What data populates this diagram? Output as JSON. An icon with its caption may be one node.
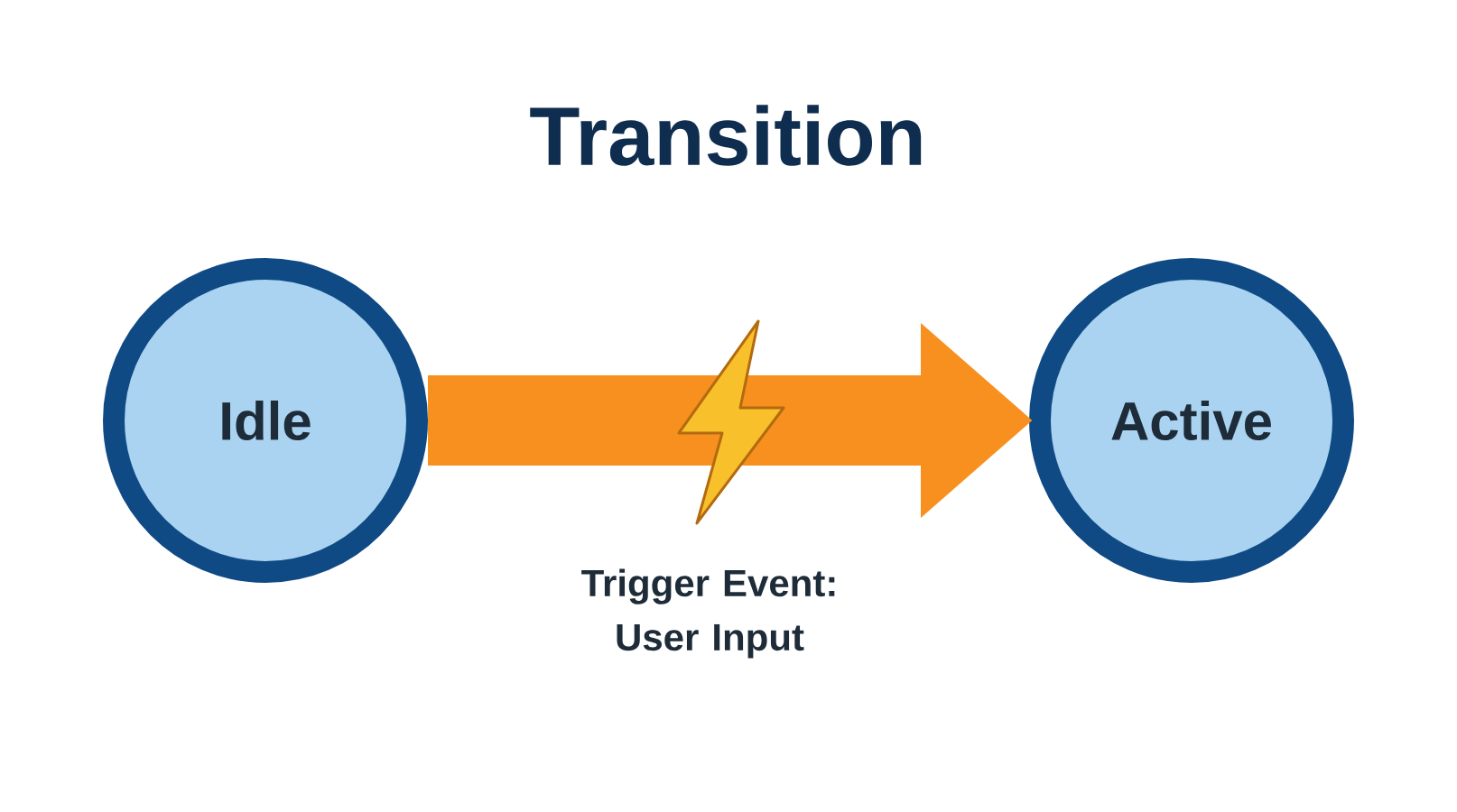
{
  "diagram": {
    "title": "Transition",
    "nodes": [
      {
        "text": [
          "Idle"
        ]
      },
      {
        "text": [
          "Active"
        ]
      }
    ],
    "edges": [
      {
        "from": 0,
        "to": 1,
        "arrow": "to",
        "label": "Trigger Event: User Input"
      }
    ]
  }
}
